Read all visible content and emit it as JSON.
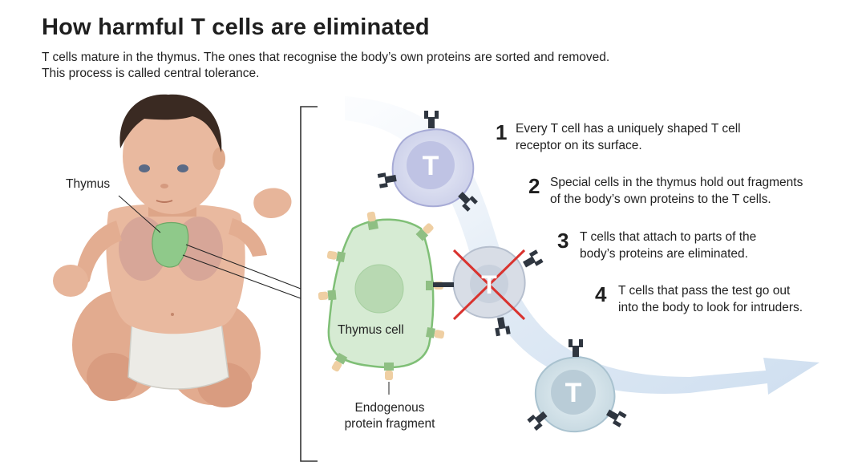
{
  "title": "How harmful T cells are eliminated",
  "subtitle": [
    "T cells mature in the thymus. The ones that recognise the body’s own proteins are sorted and removed.",
    "This process is called central tolerance."
  ],
  "labels": {
    "thymus": "Thymus",
    "thymus_cell": "Thymus cell",
    "fragment_line1": "Endogenous",
    "fragment_line2": "protein fragment",
    "t_letter": "T"
  },
  "steps": [
    {
      "num": "1",
      "line1": "Every T cell has a uniquely shaped T cell",
      "line2": "receptor on its surface."
    },
    {
      "num": "2",
      "line1": "Special cells in the thymus hold out fragments",
      "line2": "of the body’s own proteins to the T cells."
    },
    {
      "num": "3",
      "line1": "T cells that attach to parts of the",
      "line2": "body’s proteins are eliminated."
    },
    {
      "num": "4",
      "line1": "T cells that pass the test go out",
      "line2": "into the body to look for intruders."
    }
  ],
  "colors": {
    "skin": "#e7b59a",
    "skin_shade": "#d49a7d",
    "hair": "#3a2a22",
    "thymus_green": "#8fc98a",
    "thymus_cell_fill": "#d6ebd3",
    "thymus_cell_stroke": "#7fbf76",
    "receptor_dark": "#2f3640",
    "protein": "#efcfa3",
    "elimination_x": "#d9332f",
    "arrow_blue": "#dfe9f5"
  }
}
